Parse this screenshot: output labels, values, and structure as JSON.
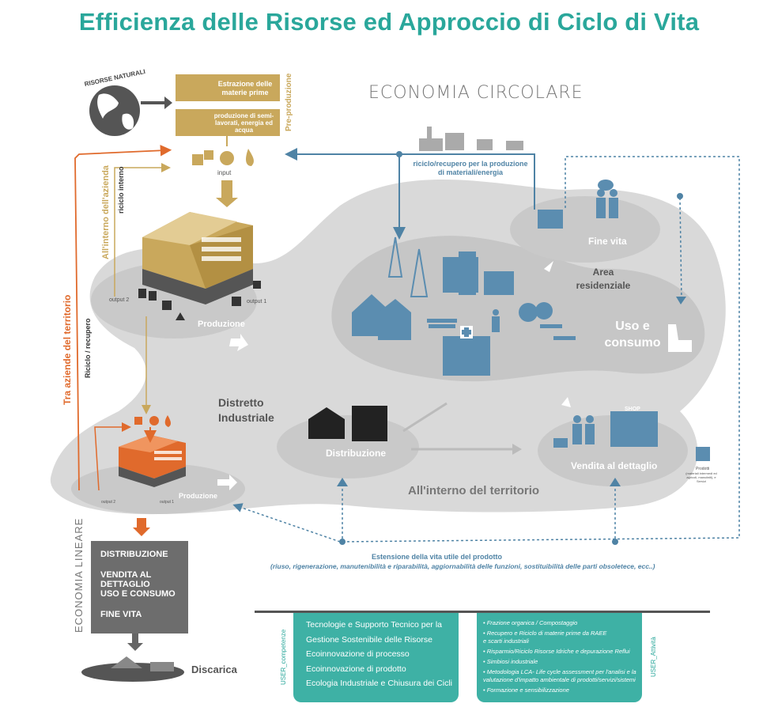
{
  "title": "Efficienza delle Risorse ed Approccio di Ciclo di Vita",
  "top_labels": {
    "risorse_naturali": "RISORSE NATURALI",
    "estrazione": "Estrazione delle materie prime",
    "produzione_semi": "produzione di semi-lavorati, energia ed acqua",
    "pre_produzione": "Pre-produzione",
    "economia_circolare": "ECONOMIA CIRCOLARE",
    "input": "input",
    "riciclo_recupero": "riciclo/recupero per la produzione di materiali/energia"
  },
  "left_labels": {
    "all_interno_azienda": "All'interno dell'azienda",
    "riciclo_interno": "riciclo interno",
    "tra_aziende": "Tra aziende del territorio",
    "riciclo_recupero": "Riciclo / recupero",
    "output1": "output 1",
    "output2": "output 2",
    "output1_small": "output 1",
    "output2_small": "output 2"
  },
  "areas": {
    "produzione": "Produzione",
    "produzione_small": "Produzione",
    "distretto": "Distretto Industriale",
    "distribuzione": "Distribuzione",
    "area_residenziale": "Area residenziale",
    "fine_vita": "Fine vita",
    "uso_consumo": "Uso e consumo",
    "vendita": "Vendita al dettaglio",
    "shop": "SHOP",
    "all_interno_territorio": "All'interno del territorio",
    "prodotti": "Prodotti",
    "prodotti_sub": "(materiali intermedi ed agricoli, manufatti), e Servizi"
  },
  "estensione": {
    "line1": "Estensione della vita utile del prodotto",
    "line2": "(riuso, rigenerazione, manutenibilità e riparabilità,  aggiornabilità delle funzioni, sostituibilità delle parti obsoletece, ecc..)"
  },
  "lineare": {
    "label": "ECONOMIA LINEARE",
    "items": [
      "DISTRIBUZIONE",
      "VENDITA AL DETTAGLIO",
      "USO E CONSUMO",
      "FINE VITA"
    ],
    "discarica": "Discarica"
  },
  "competenze": {
    "side_label": "USER_competenze",
    "items": [
      "Tecnologie e Supporto  Tecnico per la",
      "Gestione Sostenibile delle Risorse",
      "Ecoinnovazione  di processo",
      "Ecoinnovazione  di prodotto",
      "Ecologia Industriale  e Chiusura dei Cicli"
    ]
  },
  "attivita": {
    "side_label": "USER_Attività",
    "items": [
      "• Frazione organica / Compostaggio",
      "• Recupero e Riciclo di materie prime da RAEE",
      "  e scarti industriali",
      "• Risparmio/Riciclo Risorse Idriche e depurazione Reflui",
      "• Simbiosi industriale",
      "•  Metodologia LCA- Life cycle assessment per l'analisi e  la",
      "  valutazione d'impatto ambientale di prodotti/servizi/sistemi",
      "• Formazione e sensibilizzazione"
    ]
  },
  "colors": {
    "teal": "#2aa79b",
    "gold": "#c9a85c",
    "orange": "#e06a2c",
    "blue": "#4f83a5",
    "gray_area": "#d8d8d8",
    "gray_inner": "#c3c3c3"
  }
}
